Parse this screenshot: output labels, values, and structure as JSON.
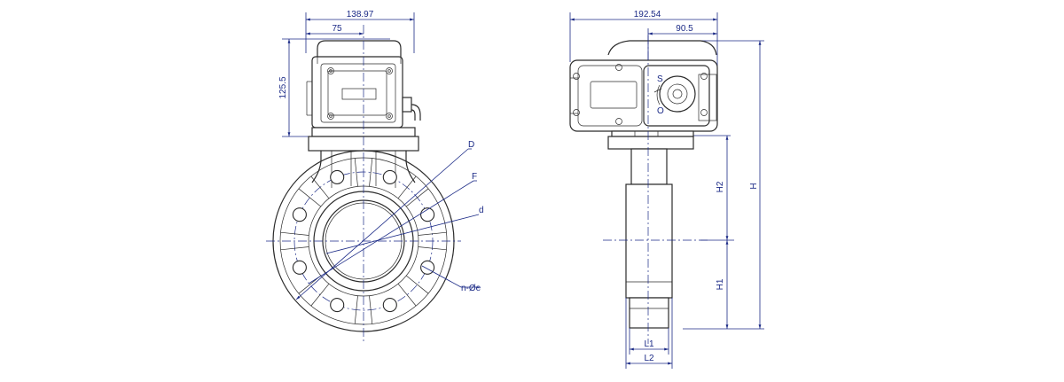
{
  "front_view": {
    "dim_overall_width": "138.97",
    "dim_half_width": "75",
    "dim_actuator_height": "125.5",
    "label_D": "D",
    "label_F": "F",
    "label_d": "d",
    "label_bolt_holes": "n-Øe"
  },
  "side_view": {
    "dim_overall_width": "192.54",
    "dim_half_width": "90.5",
    "label_H": "H",
    "label_H1": "H1",
    "label_H2": "H2",
    "label_L1": "L1",
    "label_L2": "L2",
    "dial_label_top": "S",
    "dial_label_bottom": "O"
  },
  "colors": {
    "dimension": "#1b2a86",
    "outline": "#2b2b2b",
    "background": "#ffffff"
  }
}
